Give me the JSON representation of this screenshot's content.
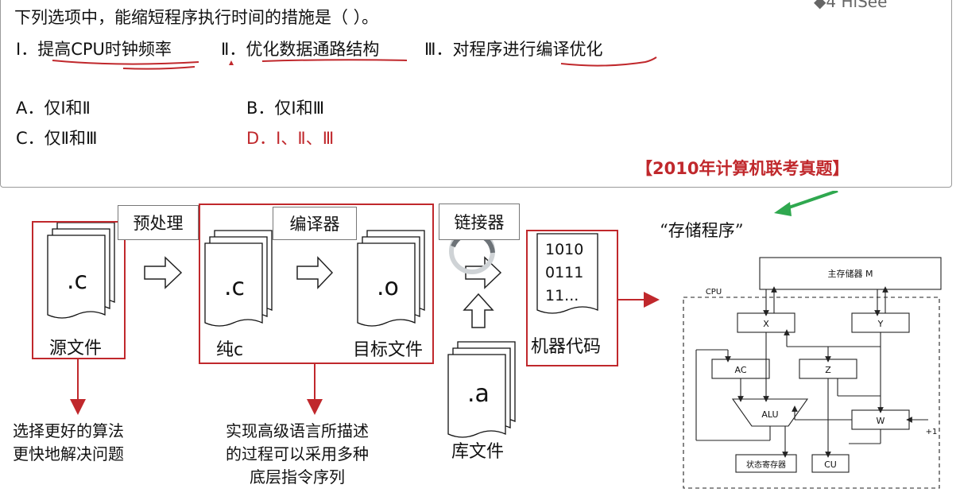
{
  "question": {
    "stem": "下列选项中，能缩短程序执行时间的措施是（      ）。",
    "statements": [
      {
        "num": "Ⅰ．",
        "text": "提高CPU时钟频率"
      },
      {
        "num": "Ⅱ．",
        "text": "优化数据通路结构"
      },
      {
        "num": "Ⅲ．",
        "text": "对程序进行编译优化"
      }
    ],
    "options": [
      {
        "label": "A．仅Ⅰ和Ⅱ",
        "correct": false
      },
      {
        "label": "B．仅Ⅰ和Ⅲ",
        "correct": false
      },
      {
        "label": "C．仅Ⅱ和Ⅲ",
        "correct": false
      },
      {
        "label": "D．Ⅰ、Ⅱ、Ⅲ",
        "correct": true
      }
    ],
    "source": "【2010年计算机联考真题】",
    "corner_text": "4 HiSee"
  },
  "diagram": {
    "preprocess_label": "预处理",
    "compiler_label": "编译器",
    "linker_label": "链接器",
    "source_file_ext": ".c",
    "source_file_label": "源文件",
    "pure_c_ext": ".c",
    "pure_c_label": "纯c",
    "object_file_ext": ".o",
    "object_file_label": "目标文件",
    "library_ext": ".a",
    "library_label": "库文件",
    "machine_code_lines": [
      "1010",
      "0111",
      "11..."
    ],
    "machine_code_label": "机器代码",
    "stored_program_label": "“存储程序”",
    "note_algorithm": [
      "选择更好的算法",
      "更快地解决问题"
    ],
    "note_compiler": [
      "实现高级语言所描述",
      "的过程可以采用多种",
      "底层指令序列"
    ]
  },
  "cpu_diagram": {
    "main_memory": "主存储器 M",
    "cpu": "CPU",
    "x": "X",
    "y": "Y",
    "ac": "AC",
    "z": "Z",
    "alu": "ALU",
    "w": "W",
    "plus_one": "+1",
    "status_register": "状态寄存器",
    "cu": "CU"
  },
  "colors": {
    "accent_red": "#c0282c",
    "arrow_green": "#2fa84f",
    "source_text": "#c0282c"
  }
}
